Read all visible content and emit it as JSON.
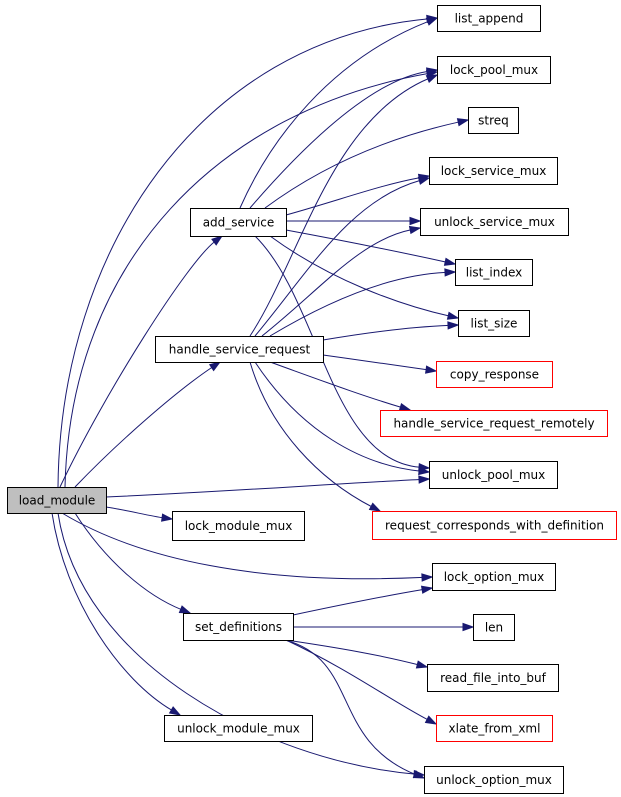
{
  "colors": {
    "edge": "#191970",
    "node_border": "#000000",
    "node_border_incomplete": "#ff0000",
    "root_fill": "#bfbfbf",
    "node_fill": "#ffffff"
  },
  "nodes": [
    {
      "id": "load_module",
      "label": "load_module",
      "style": "root"
    },
    {
      "id": "add_service",
      "label": "add_service",
      "style": "normal"
    },
    {
      "id": "handle_service_request",
      "label": "handle_service_request",
      "style": "normal"
    },
    {
      "id": "lock_module_mux",
      "label": "lock_module_mux",
      "style": "normal"
    },
    {
      "id": "set_definitions",
      "label": "set_definitions",
      "style": "normal"
    },
    {
      "id": "unlock_module_mux",
      "label": "unlock_module_mux",
      "style": "normal"
    },
    {
      "id": "list_append",
      "label": "list_append",
      "style": "normal"
    },
    {
      "id": "lock_pool_mux",
      "label": "lock_pool_mux",
      "style": "normal"
    },
    {
      "id": "streq",
      "label": "streq",
      "style": "normal"
    },
    {
      "id": "lock_service_mux",
      "label": "lock_service_mux",
      "style": "normal"
    },
    {
      "id": "unlock_service_mux",
      "label": "unlock_service_mux",
      "style": "normal"
    },
    {
      "id": "list_index",
      "label": "list_index",
      "style": "normal"
    },
    {
      "id": "list_size",
      "label": "list_size",
      "style": "normal"
    },
    {
      "id": "copy_response",
      "label": "copy_response",
      "style": "incomplete"
    },
    {
      "id": "handle_service_request_remotely",
      "label": "handle_service_request_remotely",
      "style": "incomplete"
    },
    {
      "id": "unlock_pool_mux",
      "label": "unlock_pool_mux",
      "style": "normal"
    },
    {
      "id": "request_corresponds_with_definition",
      "label": "request_corresponds_with_definition",
      "style": "incomplete"
    },
    {
      "id": "lock_option_mux",
      "label": "lock_option_mux",
      "style": "normal"
    },
    {
      "id": "len",
      "label": "len",
      "style": "normal"
    },
    {
      "id": "read_file_into_buf",
      "label": "read_file_into_buf",
      "style": "normal"
    },
    {
      "id": "xlate_from_xml",
      "label": "xlate_from_xml",
      "style": "incomplete"
    },
    {
      "id": "unlock_option_mux",
      "label": "unlock_option_mux",
      "style": "normal"
    }
  ],
  "edges": [
    {
      "from": "load_module",
      "to": "add_service"
    },
    {
      "from": "load_module",
      "to": "handle_service_request"
    },
    {
      "from": "load_module",
      "to": "list_append"
    },
    {
      "from": "load_module",
      "to": "lock_pool_mux"
    },
    {
      "from": "load_module",
      "to": "unlock_pool_mux"
    },
    {
      "from": "load_module",
      "to": "lock_module_mux"
    },
    {
      "from": "load_module",
      "to": "lock_option_mux"
    },
    {
      "from": "load_module",
      "to": "set_definitions"
    },
    {
      "from": "load_module",
      "to": "unlock_module_mux"
    },
    {
      "from": "load_module",
      "to": "unlock_option_mux"
    },
    {
      "from": "add_service",
      "to": "list_append"
    },
    {
      "from": "add_service",
      "to": "lock_pool_mux"
    },
    {
      "from": "add_service",
      "to": "streq"
    },
    {
      "from": "add_service",
      "to": "lock_service_mux"
    },
    {
      "from": "add_service",
      "to": "unlock_service_mux"
    },
    {
      "from": "add_service",
      "to": "list_index"
    },
    {
      "from": "add_service",
      "to": "list_size"
    },
    {
      "from": "add_service",
      "to": "unlock_pool_mux"
    },
    {
      "from": "handle_service_request",
      "to": "lock_pool_mux"
    },
    {
      "from": "handle_service_request",
      "to": "lock_service_mux"
    },
    {
      "from": "handle_service_request",
      "to": "unlock_service_mux"
    },
    {
      "from": "handle_service_request",
      "to": "list_index"
    },
    {
      "from": "handle_service_request",
      "to": "list_size"
    },
    {
      "from": "handle_service_request",
      "to": "copy_response"
    },
    {
      "from": "handle_service_request",
      "to": "handle_service_request_remotely"
    },
    {
      "from": "handle_service_request",
      "to": "unlock_pool_mux"
    },
    {
      "from": "handle_service_request",
      "to": "request_corresponds_with_definition"
    },
    {
      "from": "set_definitions",
      "to": "lock_option_mux"
    },
    {
      "from": "set_definitions",
      "to": "len"
    },
    {
      "from": "set_definitions",
      "to": "read_file_into_buf"
    },
    {
      "from": "set_definitions",
      "to": "xlate_from_xml"
    },
    {
      "from": "set_definitions",
      "to": "unlock_option_mux"
    }
  ]
}
